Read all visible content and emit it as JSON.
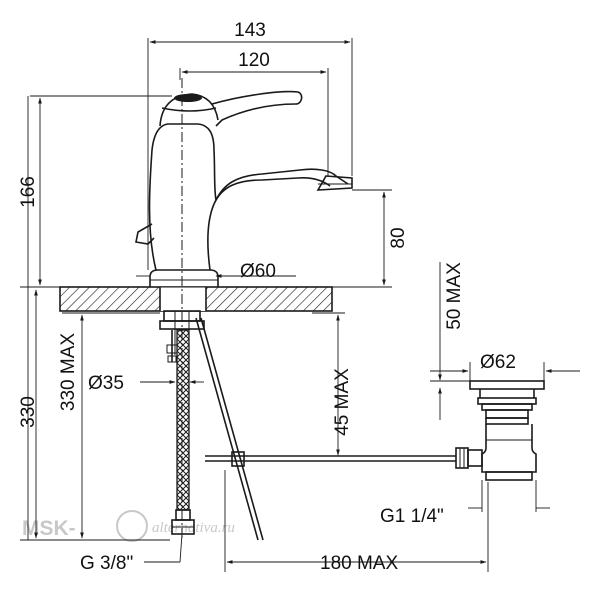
{
  "dimensions": {
    "width_overall": "143",
    "width_spout": "120",
    "height_faucet": "166",
    "spout_height": "80",
    "base_diameter": "Ø60",
    "deck_thickness_max": "50 MAX",
    "drain_diameter": "Ø62",
    "hose_length_max": "330 MAX",
    "total_height": "330",
    "hole_diameter": "Ø35",
    "rod_offset_max": "45 MAX",
    "drain_thread": "G1 1/4\"",
    "hose_thread": "G 3/8\"",
    "rod_length_max": "180 MAX"
  },
  "watermark": {
    "brand": "MSK-",
    "domain": "alternativa.ru"
  }
}
